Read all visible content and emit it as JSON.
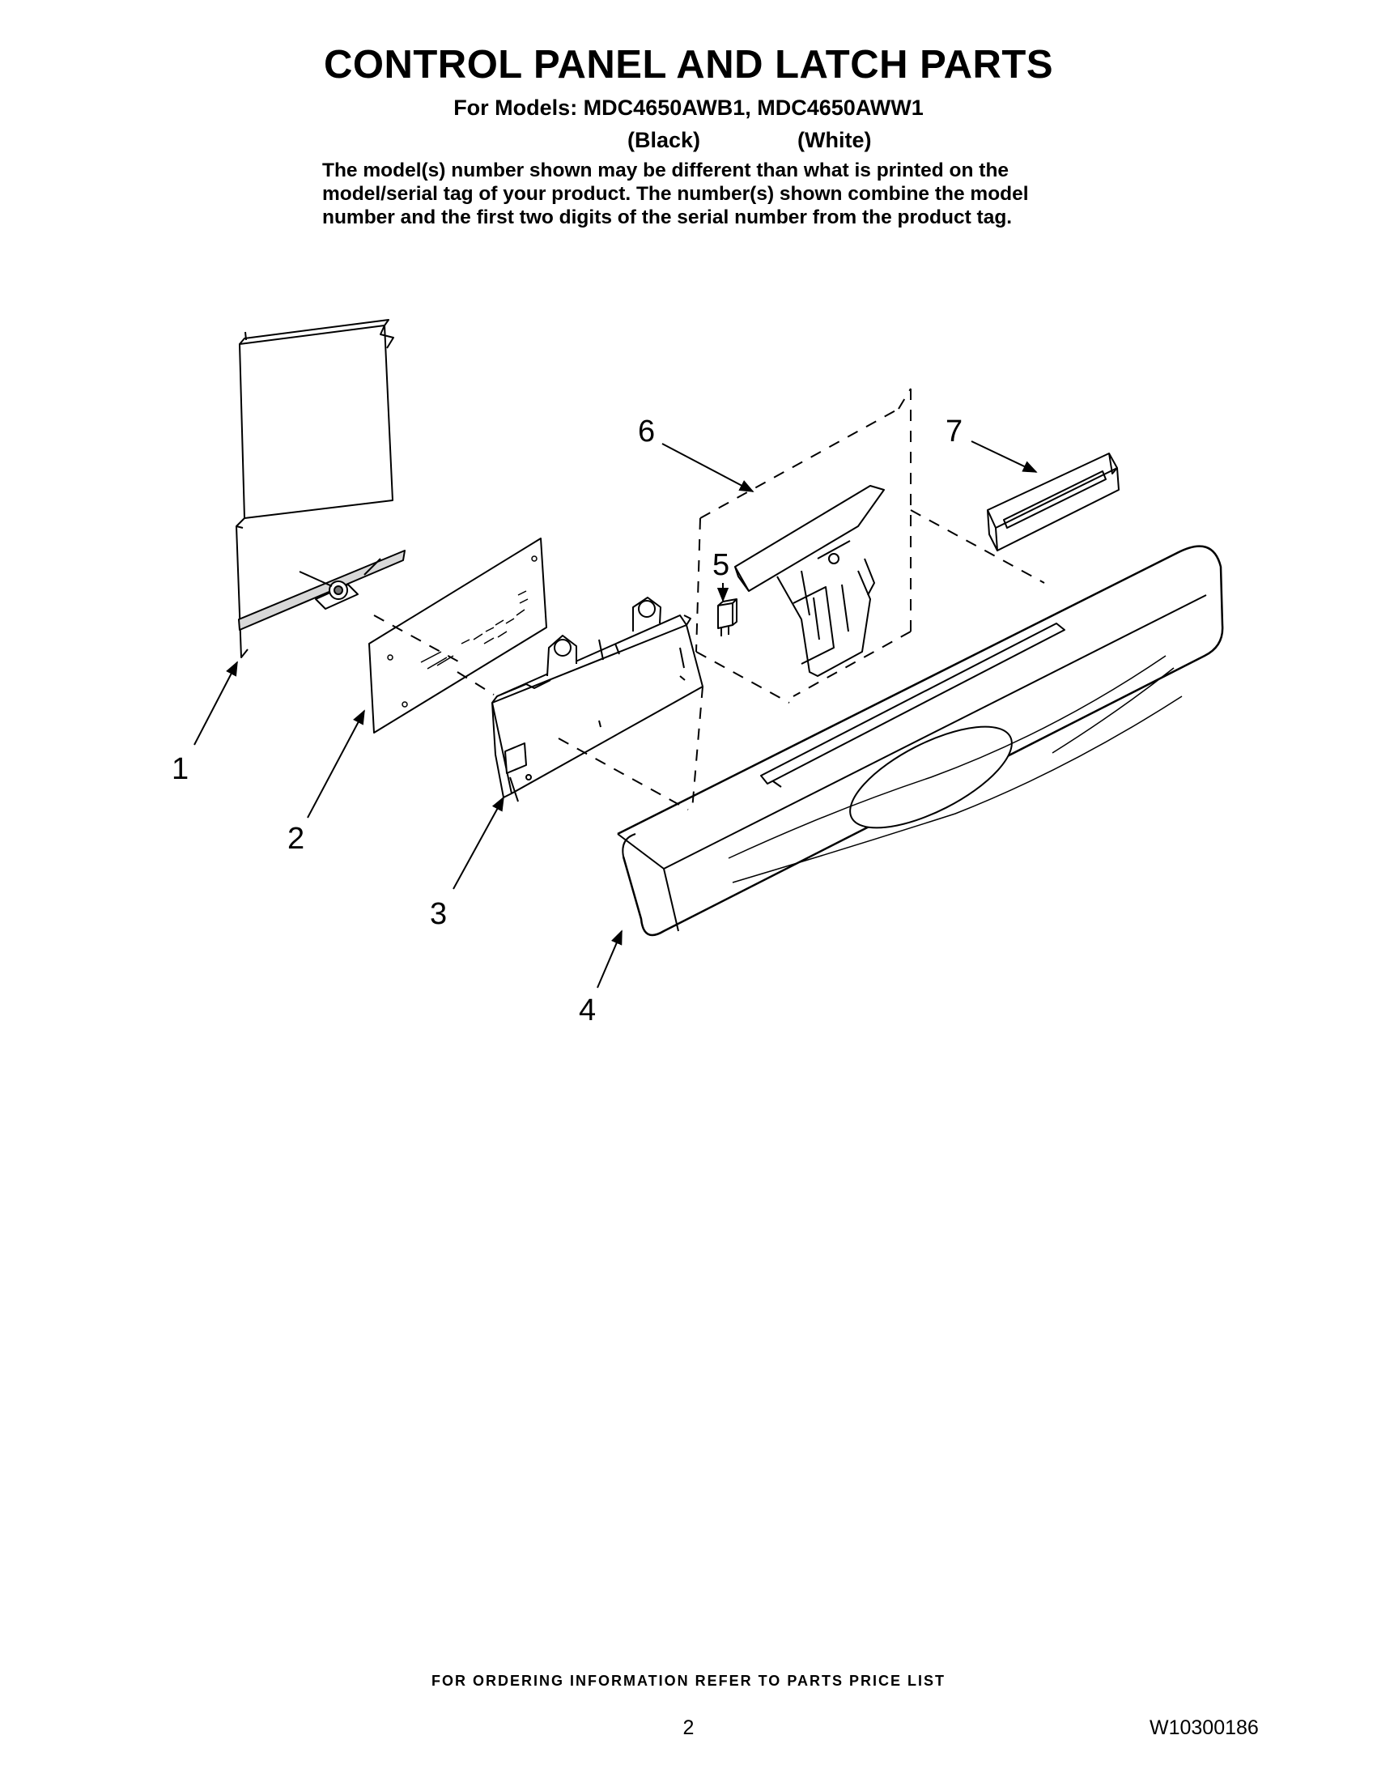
{
  "header": {
    "title": "CONTROL PANEL AND LATCH PARTS",
    "models_line": "For Models: MDC4650AWB1, MDC4650AWW1",
    "variant_black": "(Black)",
    "variant_white": "(White)",
    "note_lines": [
      "The model(s) number shown may be different than what is printed on the",
      "model/serial tag of your product. The number(s) shown combine the model",
      "number and the first two digits of the serial number from the product tag."
    ]
  },
  "diagram": {
    "callouts": [
      "1",
      "2",
      "3",
      "4",
      "5",
      "6",
      "7"
    ]
  },
  "footer": {
    "ordering_info": "FOR ORDERING INFORMATION REFER TO PARTS PRICE LIST",
    "page_number": "2",
    "document_number": "W10300186"
  }
}
